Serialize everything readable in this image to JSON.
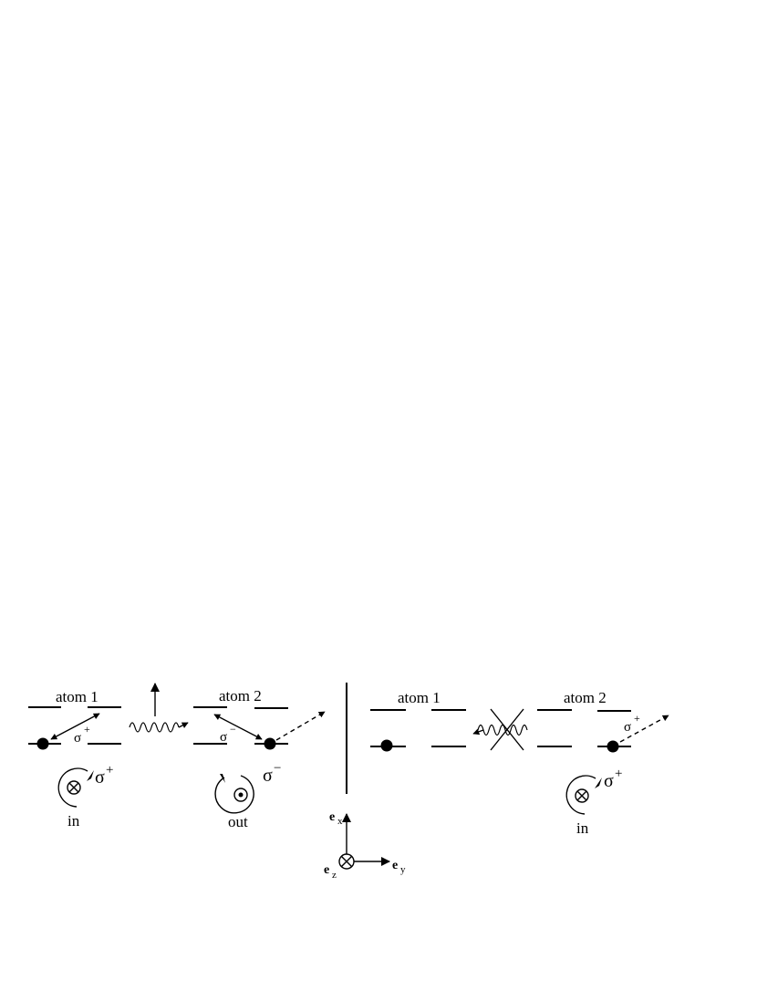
{
  "left_panel": {
    "atom1": {
      "label": "atom 1",
      "transition": "σ",
      "transition_sign": "+"
    },
    "atom2": {
      "label": "atom 2",
      "transition": "σ",
      "transition_sign": "−"
    },
    "rotation1": {
      "label": "σ",
      "sign": "+",
      "direction": "in"
    },
    "rotation2": {
      "label": "σ",
      "sign": "−",
      "direction": "out"
    }
  },
  "right_panel": {
    "atom1": {
      "label": "atom 1"
    },
    "atom2": {
      "label": "atom 2",
      "transition": "σ",
      "transition_sign": "+"
    },
    "rotation": {
      "label": "σ",
      "sign": "+",
      "direction": "in"
    }
  },
  "axes": {
    "x": {
      "symbol": "e",
      "sub": "x"
    },
    "y": {
      "symbol": "e",
      "sub": "y"
    },
    "z": {
      "symbol": "e",
      "sub": "z"
    }
  }
}
